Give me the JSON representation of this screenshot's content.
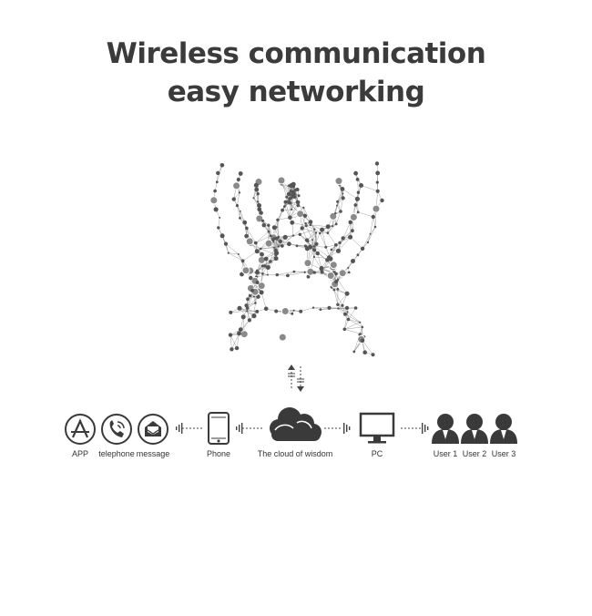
{
  "header": {
    "line1": "Wireless communication",
    "line2": "easy networking"
  },
  "nodes": {
    "app": {
      "label": "APP",
      "icon": "app-store-icon"
    },
    "telephone": {
      "label": "telephone",
      "icon": "telephone-icon"
    },
    "message": {
      "label": "message",
      "icon": "message-envelope-icon"
    },
    "phone": {
      "label": "Phone",
      "icon": "smartphone-icon"
    },
    "cloud": {
      "label": "The cloud of wisdom",
      "icon": "cloud-icon"
    },
    "pc": {
      "label": "PC",
      "icon": "monitor-icon"
    },
    "user1": {
      "label": "User 1",
      "icon": "user-icon"
    },
    "user2": {
      "label": "User 2",
      "icon": "user-icon"
    },
    "user3": {
      "label": "User 3",
      "icon": "user-icon"
    }
  },
  "colors": {
    "icon": "#3a3a3a",
    "network": "#7a7a7a",
    "node": "#555555"
  }
}
